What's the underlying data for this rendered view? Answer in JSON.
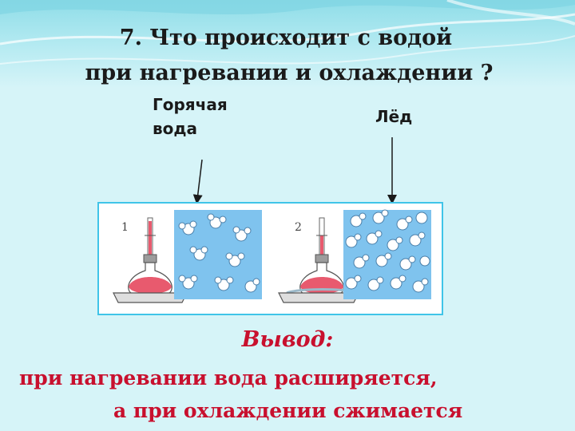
{
  "slide": {
    "title_line1": "7. Что происходит  с водой",
    "title_line2": "при нагревании и охлаждении ?"
  },
  "labels": {
    "hot_water": "Горячая вода",
    "ice": "Лёд"
  },
  "figure": {
    "panel1_number": "1",
    "panel2_number": "2"
  },
  "conclusion": {
    "heading": "Вывод:",
    "line1": "при нагревании вода расширяется,",
    "line2": "а при охлаждении сжимается"
  },
  "colors": {
    "title": "#1a1a1a",
    "conclusion": "#c8102e",
    "panel_border": "#40c4e8",
    "water": "#e85a6e",
    "molecule_box": "#7fc3ee"
  }
}
